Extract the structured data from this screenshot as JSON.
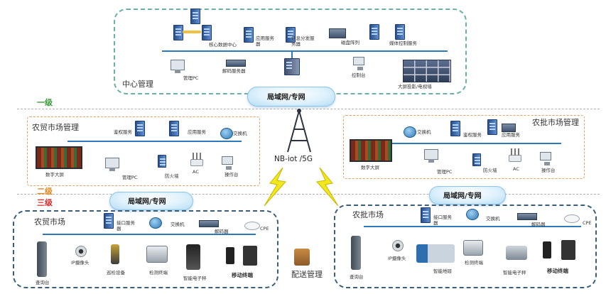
{
  "center": {
    "title": "中心管理",
    "labels": {
      "core_dc": "核心数据中心",
      "app_server": "应用服务器",
      "info_dist_server": "信息分发服务器",
      "disk_array": "磁盘阵列",
      "media_control_server": "媒体控制服务",
      "mgmt_pc": "管理PC",
      "decode_server": "解码服务器",
      "console": "控制台",
      "bigscreen": "大屏投影/电视墙"
    }
  },
  "networks": {
    "lan_top": "局域网/专网",
    "lan_left": "局域网/专网",
    "lan_right": "局域网/专网",
    "nbiot": "NB-iot /5G"
  },
  "tiers": {
    "tier1": "一级",
    "tier2": "二级",
    "tier3": "三级"
  },
  "farm_mgmt": {
    "title": "农贸市场管理",
    "labels": {
      "auth": "鉴权服务",
      "app": "应用服务",
      "switch": "交换机",
      "digital_screen": "数字大屏",
      "mgmt_pc": "管理PC",
      "firewall": "防火墙",
      "ac": "AC",
      "ops": "操作台"
    }
  },
  "whole_mgmt": {
    "title": "农批市场管理",
    "labels": {
      "switch": "交换机",
      "auth": "鉴权服务",
      "app": "应用服务",
      "digital_screen": "数字大屏",
      "mgmt_pc": "管理PC",
      "firewall": "防火墙",
      "ac": "AC",
      "ops": "操作台"
    }
  },
  "farm_market": {
    "title": "农贸市场",
    "labels": {
      "interface_server": "接口服务器",
      "switch": "交换机",
      "decoder": "解码器",
      "cpe": "CPE",
      "kiosk": "查询台",
      "ip_camera": "IP摄像头",
      "patrol": "巡检设备",
      "inspection": "检测终端",
      "scale": "智能电子秤",
      "mobile": "移动终端"
    }
  },
  "wholesale_market": {
    "title": "农批市场",
    "labels": {
      "interface_server": "接口服务器",
      "switch": "交换机",
      "decoder": "解码器",
      "cpe": "CPE",
      "kiosk": "查询台",
      "ip_camera": "IP摄像头",
      "weighbridge": "智能地磅",
      "inspection": "检测终端",
      "scale": "智能电子秤",
      "mobile": "移动终端"
    }
  },
  "delivery": "配送管理",
  "colors": {
    "bus": "#2e7ab8",
    "tier1": "#3a9a3a",
    "tier2": "#e08a20",
    "tier3": "#d03030",
    "bolt": "#f2e61c"
  }
}
